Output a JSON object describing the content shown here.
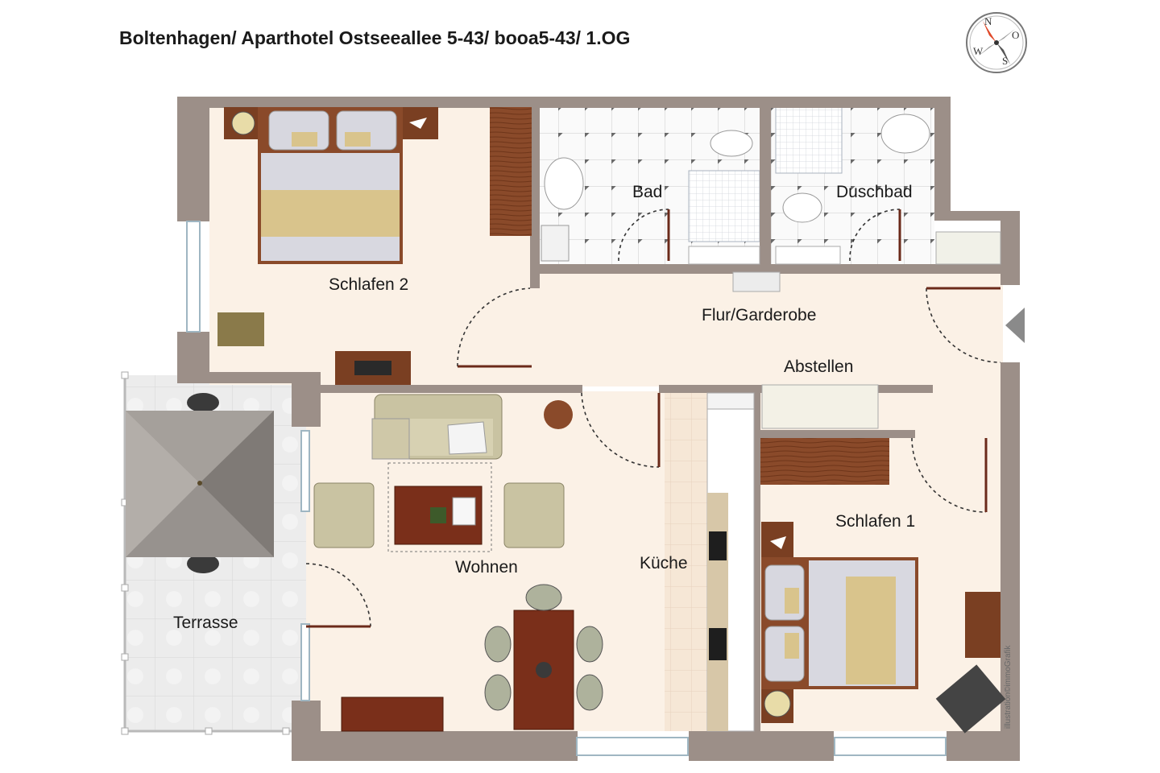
{
  "title": "Boltenhagen/ Aparthotel Ostseeallee 5-43/ booa5-43/ 1.OG",
  "rooms": {
    "schlafen2": "Schlafen 2",
    "bad": "Bad",
    "duschbad": "Duschbad",
    "flur": "Flur/Garderobe",
    "abstellen": "Abstellen",
    "schlafen1": "Schlafen 1",
    "wohnen": "Wohnen",
    "kueche": "Küche",
    "terrasse": "Terrasse"
  },
  "compass": {
    "n": "N",
    "o": "O",
    "s": "S",
    "w": "W"
  },
  "credit": "illustration©immoGrafik",
  "colors": {
    "wall": "#9c8f88",
    "floor": "#fbf1e6",
    "tile": "#f4f4f4",
    "wood": "#7a3f22",
    "bed_linen": "#d8d8e0",
    "blanket": "#d9c48c",
    "umbrella": "#8f8a86",
    "entrance_arrow": "#8a8a8a"
  },
  "icons": {
    "compass": "compass-rose-icon",
    "entrance": "entrance-arrow-icon"
  }
}
